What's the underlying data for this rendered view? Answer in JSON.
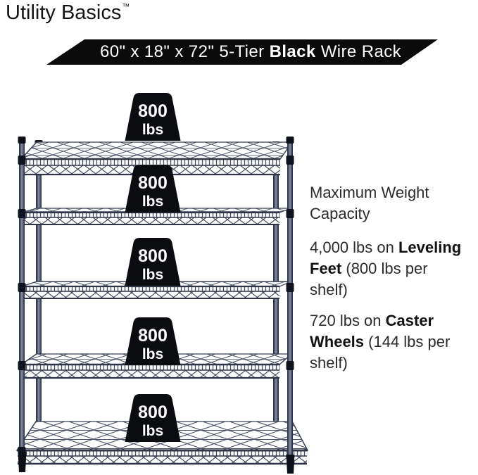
{
  "brand": {
    "name": "Utility Basics",
    "trademark": "™"
  },
  "banner": {
    "title_pre": "60\" x 18\" x 72\" 5-Tier ",
    "title_bold": "Black",
    "title_post": " Wire Rack"
  },
  "rack": {
    "tiers": 5,
    "shelf_capacity": {
      "value": "800",
      "unit": "lbs"
    }
  },
  "info": {
    "heading_line1": "Maximum Weight",
    "heading_line2": "Capacity",
    "leveling": {
      "l1_pre": "4,000 lbs on ",
      "l1_bold": "Leveling",
      "l2_bold": "Feet",
      "l2_post": " (800 lbs per",
      "l3": "shelf)"
    },
    "caster": {
      "l1_pre": "720 lbs on ",
      "l1_bold": "Caster",
      "l2_bold": "Wheels",
      "l2_post": " (144 lbs per",
      "l3": "shelf)"
    }
  },
  "colors": {
    "banner_bg": "#0b0b0b",
    "weight_icon_bg": "#0b0c10",
    "rack_wire": "#4a5166",
    "text": "#2b2b2b"
  }
}
